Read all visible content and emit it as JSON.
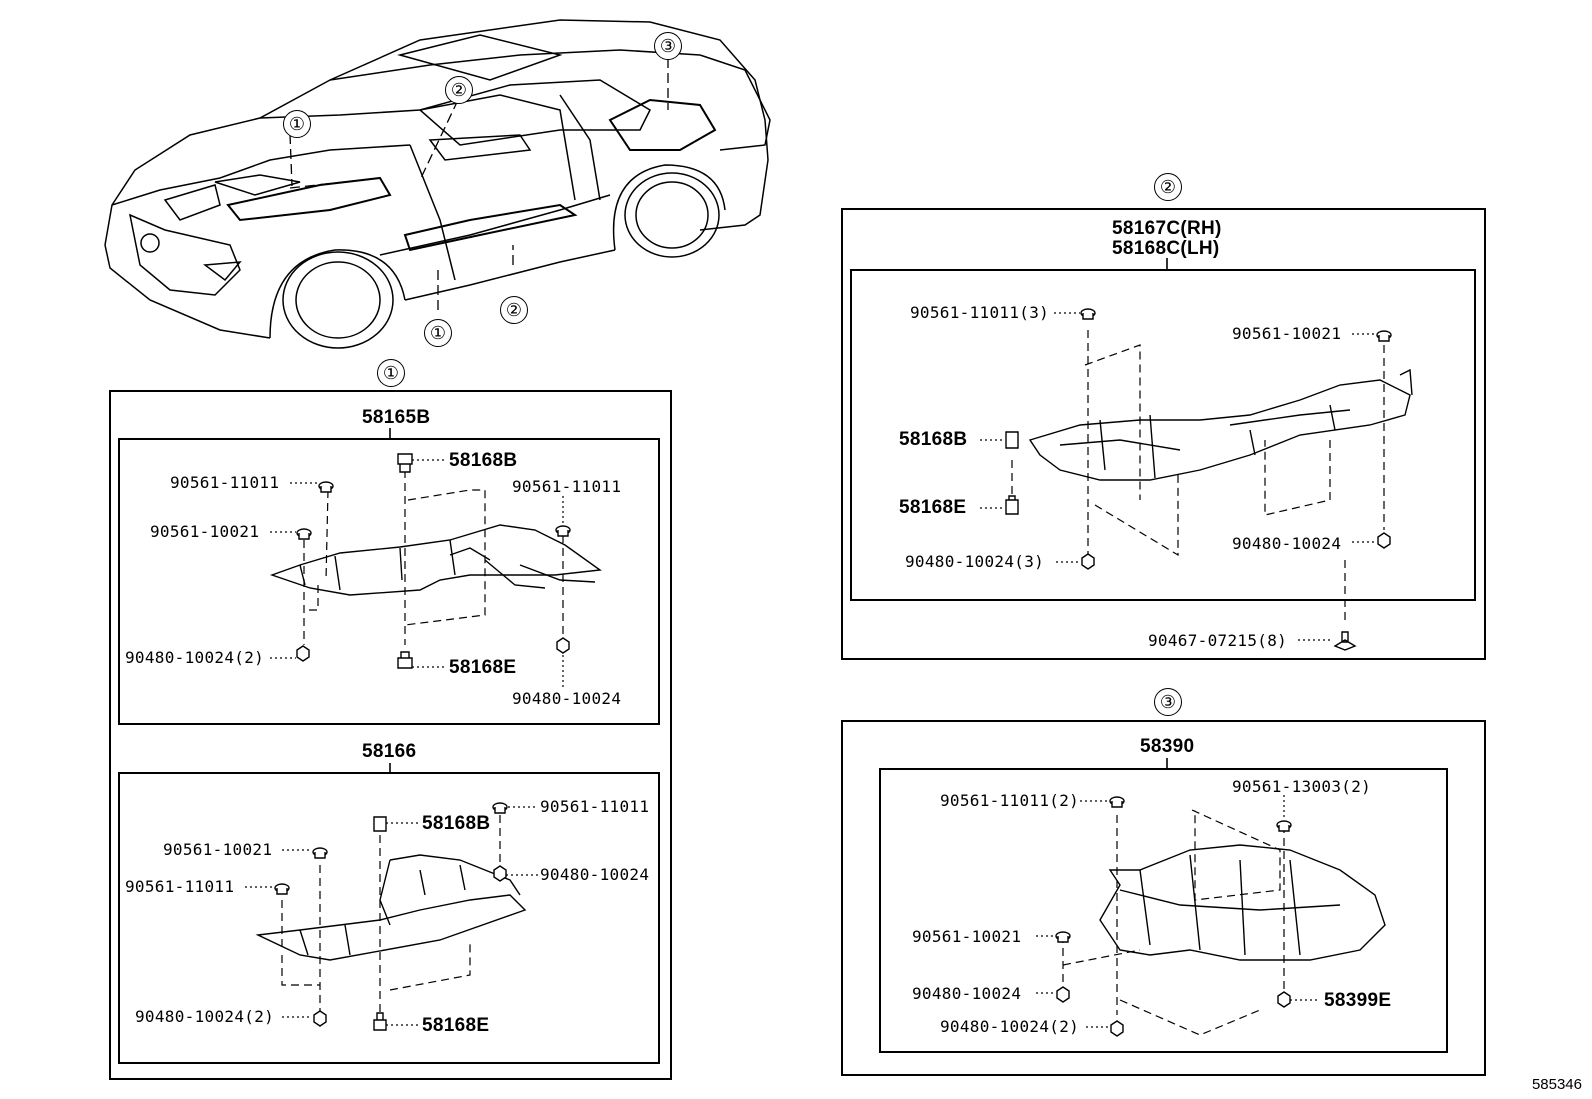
{
  "car_callouts": [
    "①",
    "②",
    "③",
    "②",
    "①"
  ],
  "section1": {
    "marker": "①",
    "panel_a": {
      "title": "58165B",
      "labels": [
        "58168B",
        "90561-11011",
        "90561-11011",
        "90561-10021",
        "90480-10024(2)",
        "58168E",
        "90480-10024"
      ]
    },
    "panel_b": {
      "title": "58166",
      "labels": [
        "58168B",
        "90561-11011",
        "90561-10021",
        "90480-10024",
        "90561-11011",
        "90480-10024(2)",
        "58168E"
      ]
    }
  },
  "section2": {
    "marker": "②",
    "title_rh": "58167C(RH)",
    "title_lh": "58168C(LH)",
    "labels": [
      "90561-11011(3)",
      "90561-10021",
      "58168B",
      "58168E",
      "90480-10024(3)",
      "90480-10024",
      "90467-07215(8)"
    ]
  },
  "section3": {
    "marker": "③",
    "title": "58390",
    "labels": [
      "90561-11011(2)",
      "90561-13003(2)",
      "90561-10021",
      "90480-10024",
      "58399E",
      "90480-10024(2)"
    ]
  },
  "figure_ref": "585346"
}
